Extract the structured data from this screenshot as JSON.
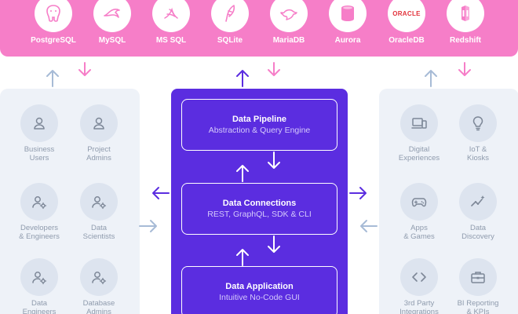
{
  "databases": [
    {
      "label": "PostgreSQL",
      "icon": "postgresql-elephant-icon"
    },
    {
      "label": "MySQL",
      "icon": "mysql-dolphin-icon"
    },
    {
      "label": "MS SQL",
      "icon": "mssql-icon"
    },
    {
      "label": "SQLite",
      "icon": "sqlite-feather-icon"
    },
    {
      "label": "MariaDB",
      "icon": "mariadb-seal-icon"
    },
    {
      "label": "Aurora",
      "icon": "aurora-cylinder-icon"
    },
    {
      "label": "OracleDB",
      "icon": "oracle-logo-icon",
      "logo_text": "ORACLE"
    },
    {
      "label": "Redshift",
      "icon": "redshift-icon"
    }
  ],
  "left_users": [
    {
      "line1": "Business",
      "line2": "Users",
      "icon": "user-icon"
    },
    {
      "line1": "Project",
      "line2": "Admins",
      "icon": "user-icon"
    },
    {
      "line1": "Developers",
      "line2": "& Engineers",
      "icon": "user-gear-icon"
    },
    {
      "line1": "Data",
      "line2": "Scientists",
      "icon": "user-gear-icon"
    },
    {
      "line1": "Data",
      "line2": "Engineers",
      "icon": "user-gear-icon"
    },
    {
      "line1": "Database",
      "line2": "Admins",
      "icon": "user-gear-icon"
    }
  ],
  "right_items": [
    {
      "line1": "Digital",
      "line2": "Experiences",
      "icon": "devices-icon"
    },
    {
      "line1": "IoT &",
      "line2": "Kiosks",
      "icon": "lightbulb-icon"
    },
    {
      "line1": "Apps",
      "line2": "& Games",
      "icon": "gamepad-icon"
    },
    {
      "line1": "Data",
      "line2": "Discovery",
      "icon": "trend-sparkle-icon"
    },
    {
      "line1": "3rd Party",
      "line2": "Integrations",
      "icon": "code-brackets-icon"
    },
    {
      "line1": "BI Reporting",
      "line2": "& KPIs",
      "icon": "briefcase-icon"
    }
  ],
  "layers": [
    {
      "title": "Data Pipeline",
      "subtitle": "Abstraction & Query Engine"
    },
    {
      "title": "Data Connections",
      "subtitle": "REST, GraphQL, SDK & CLI"
    },
    {
      "title": "Data Application",
      "subtitle": "Intuitive No-Code GUI"
    }
  ],
  "colors": {
    "pink": "#f67ec8",
    "purple": "#5b2de0",
    "panel": "#eef2f8",
    "arrow_blue": "#a7bbd6",
    "icon_gray": "#7d8797"
  }
}
